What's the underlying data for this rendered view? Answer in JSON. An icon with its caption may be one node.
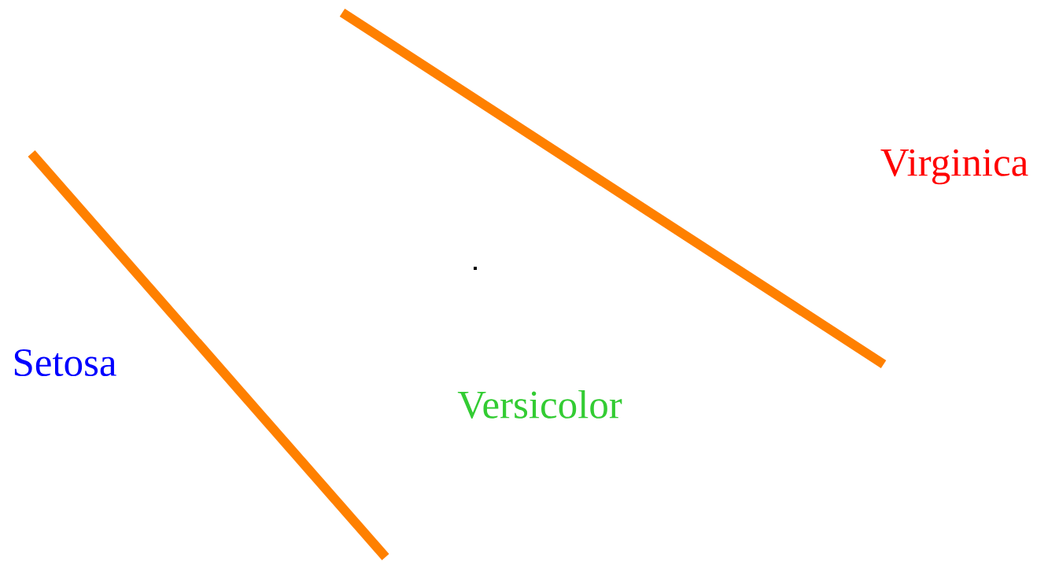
{
  "diagram": {
    "labels": [
      "Virginica",
      "Setosa",
      "Versicolor"
    ]
  }
}
